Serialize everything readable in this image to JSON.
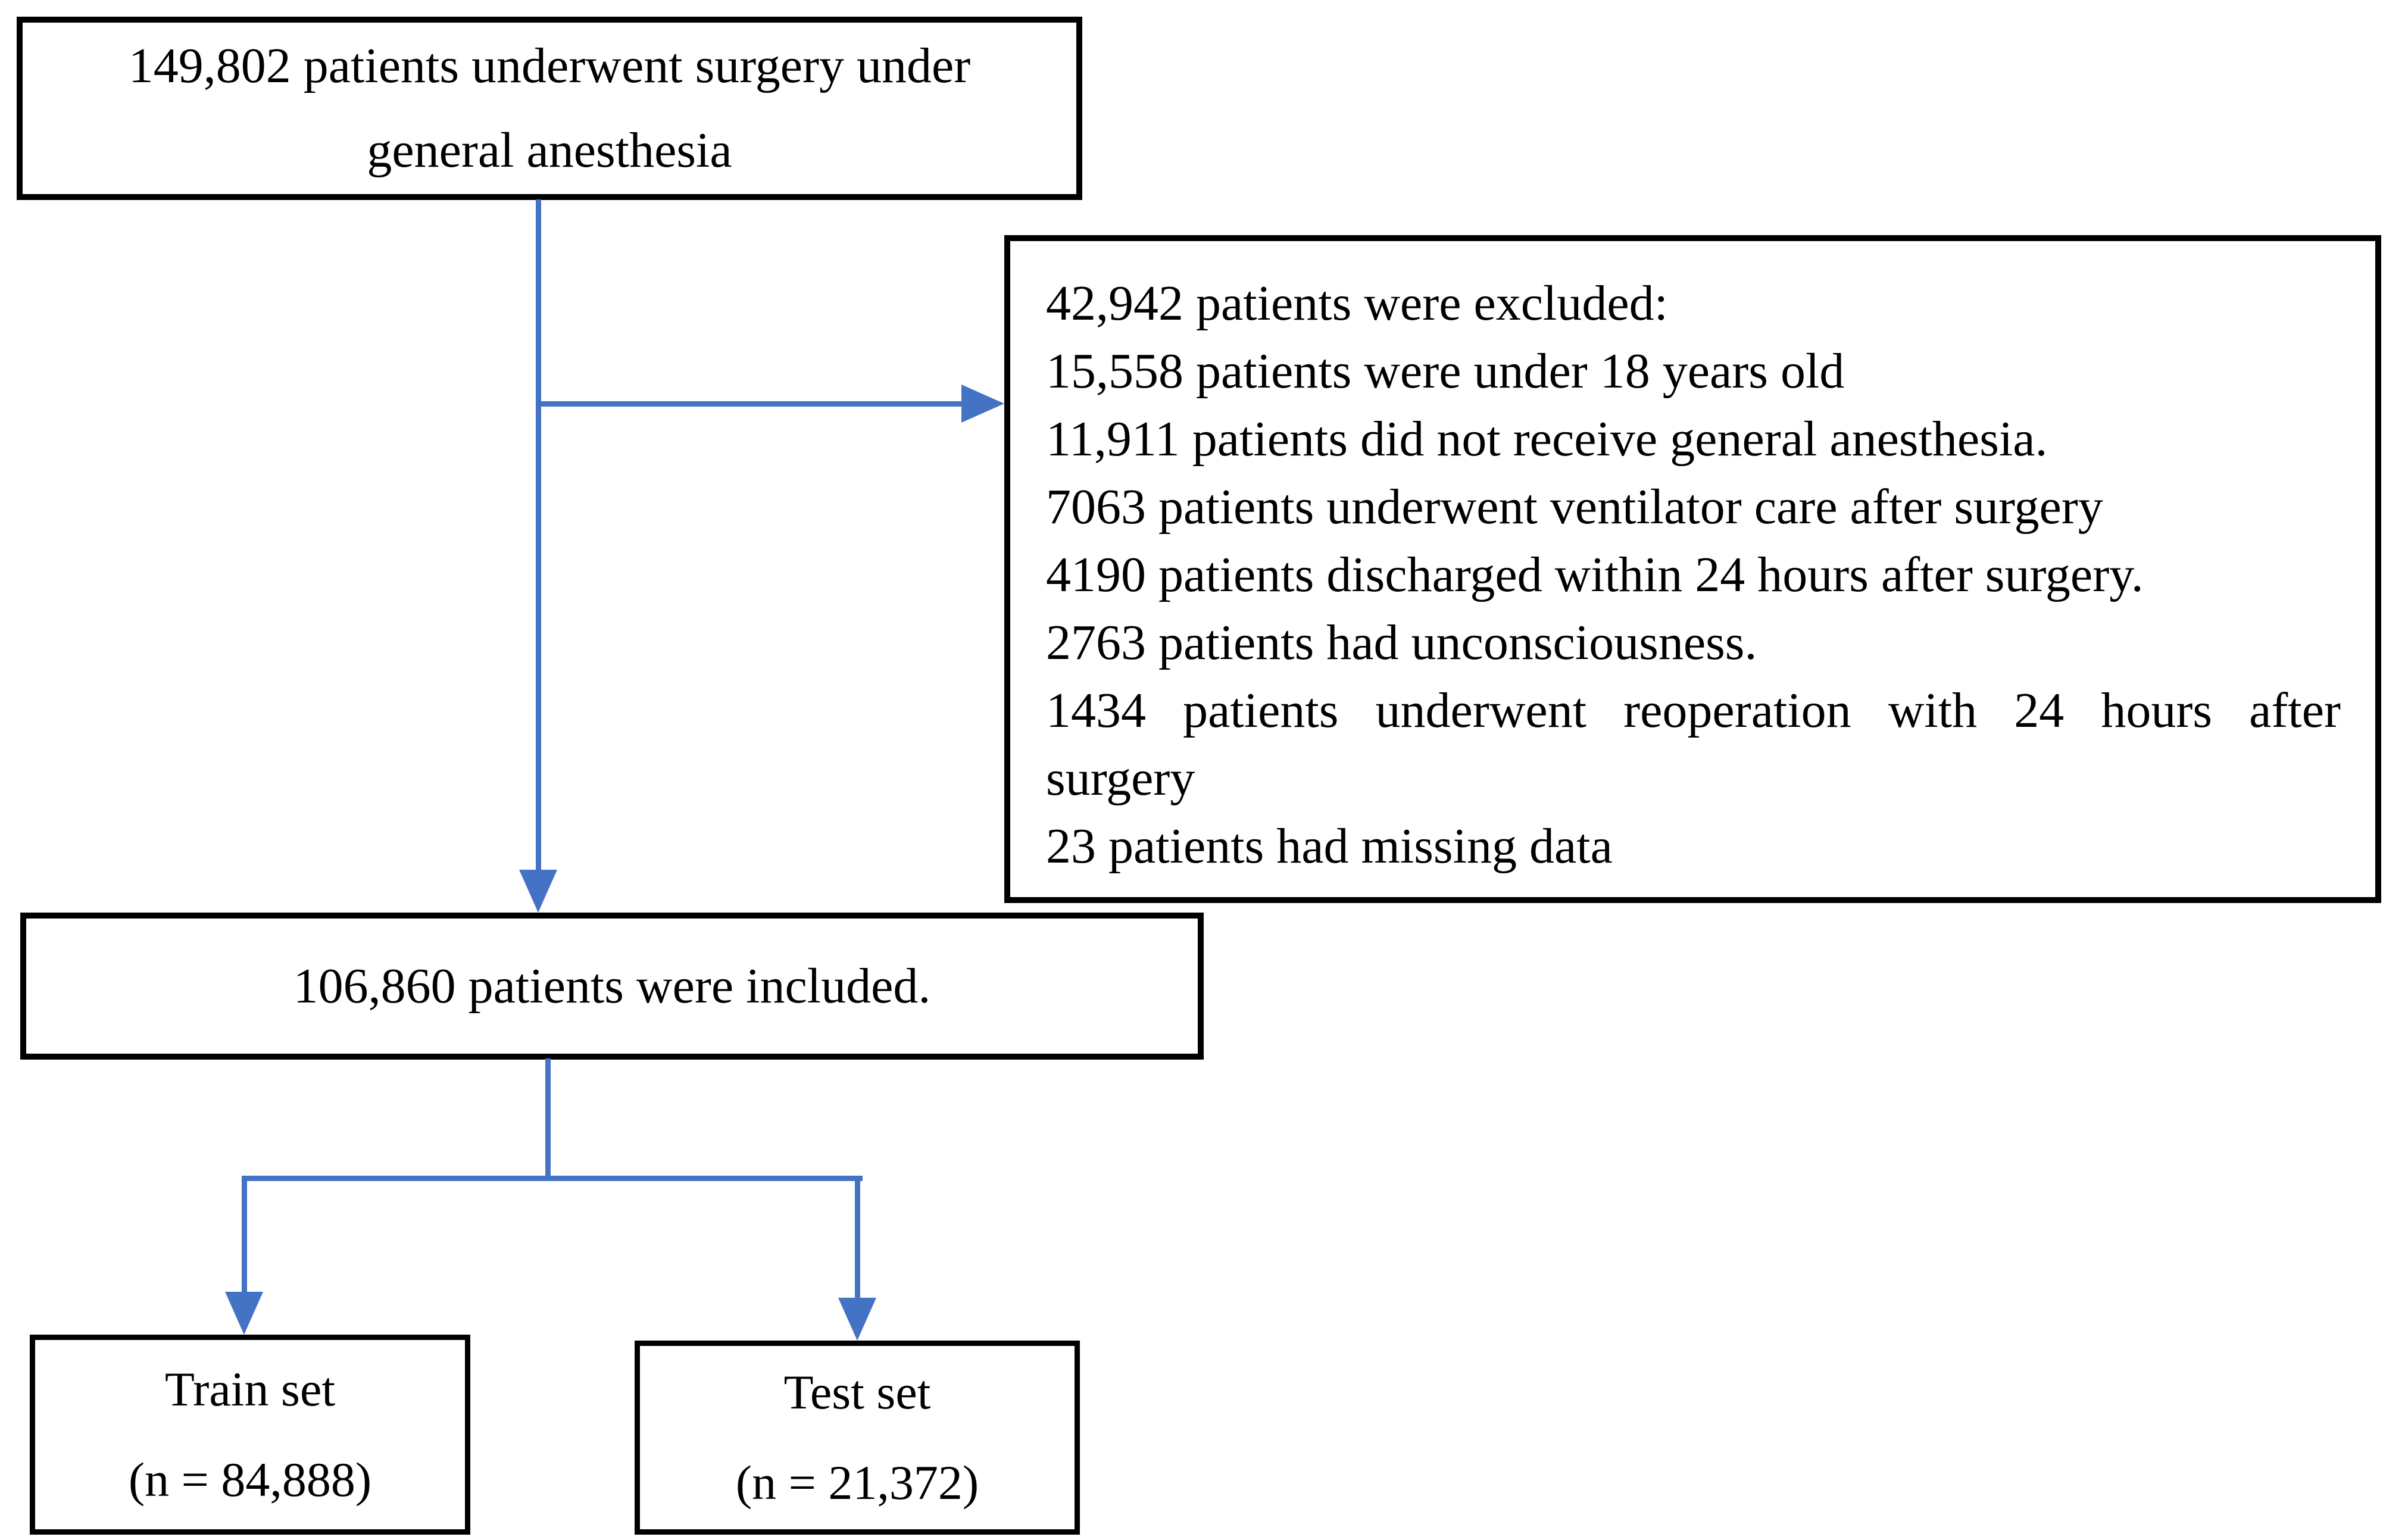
{
  "flowchart": {
    "colors": {
      "arrow": "#4472C4",
      "border": "#000000",
      "background": "#FFFFFF",
      "text": "#000000"
    },
    "boxes": {
      "source": {
        "lines": [
          "149,802 patients underwent surgery under",
          "general anesthesia"
        ]
      },
      "excluded": {
        "lines": [
          "42,942 patients were excluded:",
          "15,558 patients were under 18 years old",
          "11,911 patients did not receive general anesthesia.",
          "7063 patients underwent ventilator care after surgery",
          "4190 patients discharged within 24 hours after surgery.",
          "2763 patients had unconsciousness.",
          "1434 patients underwent reoperation with 24 hours after",
          "surgery",
          "23 patients had missing data"
        ]
      },
      "included": {
        "text": "106,860 patients were included."
      },
      "train_set": {
        "title": "Train set",
        "count": "(n = 84,888)"
      },
      "test_set": {
        "title": "Test set",
        "count": "(n = 21,372)"
      }
    }
  }
}
